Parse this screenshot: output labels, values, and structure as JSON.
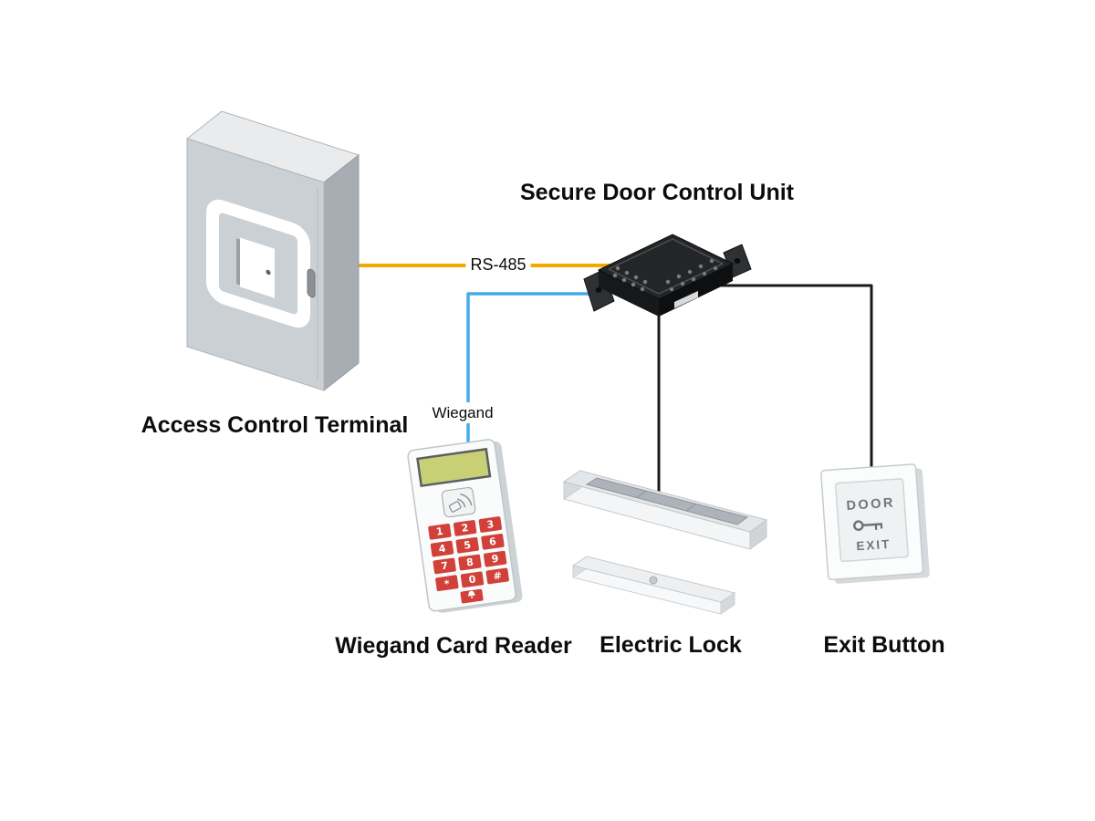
{
  "labels": {
    "secure_door_control_unit": "Secure Door Control Unit",
    "access_control_terminal": "Access Control Terminal",
    "wiegand_card_reader": "Wiegand Card Reader",
    "electric_lock": "Electric Lock",
    "exit_button": "Exit Button"
  },
  "connections": {
    "rs485": {
      "label": "RS-485",
      "color": "#F5A800"
    },
    "wiegand": {
      "label": "Wiegand",
      "color": "#45ABE7"
    },
    "lock_wire": {
      "color": "#1A1A1A"
    },
    "exit_wire": {
      "color": "#1A1A1A"
    }
  },
  "card_reader": {
    "keys": [
      "1",
      "2",
      "3",
      "4",
      "5",
      "6",
      "7",
      "8",
      "9",
      "*",
      "0",
      "#"
    ],
    "key_color": "#D2403A",
    "bell_button_color": "#D2403A",
    "lcd_color": "#C9CF74"
  },
  "exit_button": {
    "line1": "DOOR",
    "line2": "EXIT"
  }
}
